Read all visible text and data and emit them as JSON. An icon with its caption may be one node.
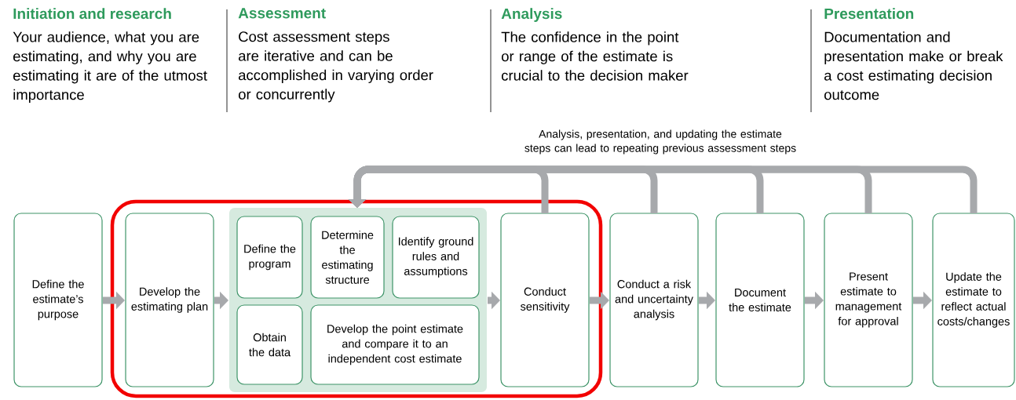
{
  "diagram": {
    "nodes": [
      {
        "text": [
          "Define the estimate’s purpose"
        ]
      },
      {
        "text": [],
        "shape": "box"
      },
      {
        "text": [
          "Develop the estimating plan"
        ],
        "in": 1
      },
      {
        "text": [],
        "shape": "box",
        "in": 1
      },
      {
        "text": [
          "Define the program"
        ],
        "in": 3
      },
      {
        "text": [
          "Determine the estimating structure"
        ],
        "in": 3
      },
      {
        "text": [
          "Identify ground rules and assumptions"
        ],
        "in": 3
      },
      {
        "text": [
          "Obtain the data"
        ],
        "in": 3
      },
      {
        "text": [
          "Develop the point estimate and compare it to an independent cost estimate"
        ],
        "in": 3
      },
      {
        "text": [
          "Conduct sensitivity"
        ],
        "in": 1
      },
      {
        "text": [
          "Conduct a risk and uncertainty analysis"
        ]
      },
      {
        "text": [
          "Document the estimate"
        ]
      },
      {
        "text": [
          "Present estimate to management for approval"
        ]
      },
      {
        "text": [
          "Update the estimate to reflect actual costs/changes"
        ]
      }
    ],
    "edges": [
      {
        "from": 0,
        "to": 2,
        "arrow": "to"
      },
      {
        "from": 2,
        "to": 3,
        "arrow": "to"
      },
      {
        "from": 3,
        "to": 9,
        "arrow": "to"
      },
      {
        "from": 9,
        "to": 10,
        "arrow": "to"
      },
      {
        "from": 10,
        "to": 11,
        "arrow": "to"
      },
      {
        "from": 11,
        "to": 12,
        "arrow": "to"
      },
      {
        "from": 12,
        "to": 13,
        "arrow": "to"
      },
      {
        "from": 9,
        "to": 3,
        "arrow": "to"
      },
      {
        "from": 10,
        "to": 3,
        "arrow": "to"
      },
      {
        "from": 11,
        "to": 3,
        "arrow": "to"
      },
      {
        "from": 12,
        "to": 3,
        "arrow": "to"
      },
      {
        "from": 13,
        "to": 3,
        "arrow": "to"
      }
    ],
    "labels": [
      "Initiation and research",
      "Your audience, what you are estimating, and why you are estimating it are of the utmost importance",
      "Assessment",
      "Cost assessment steps are iterative and can be accomplished in varying order or concurrently",
      "Analysis",
      "The confidence in the point or range of the estimate is crucial to the decision maker",
      "Presentation",
      "Documentation and presentation make or break a cost estimating decision outcome",
      "Analysis, presentation, and updating the estimate steps can lead to repeating previous assessment steps"
    ]
  }
}
